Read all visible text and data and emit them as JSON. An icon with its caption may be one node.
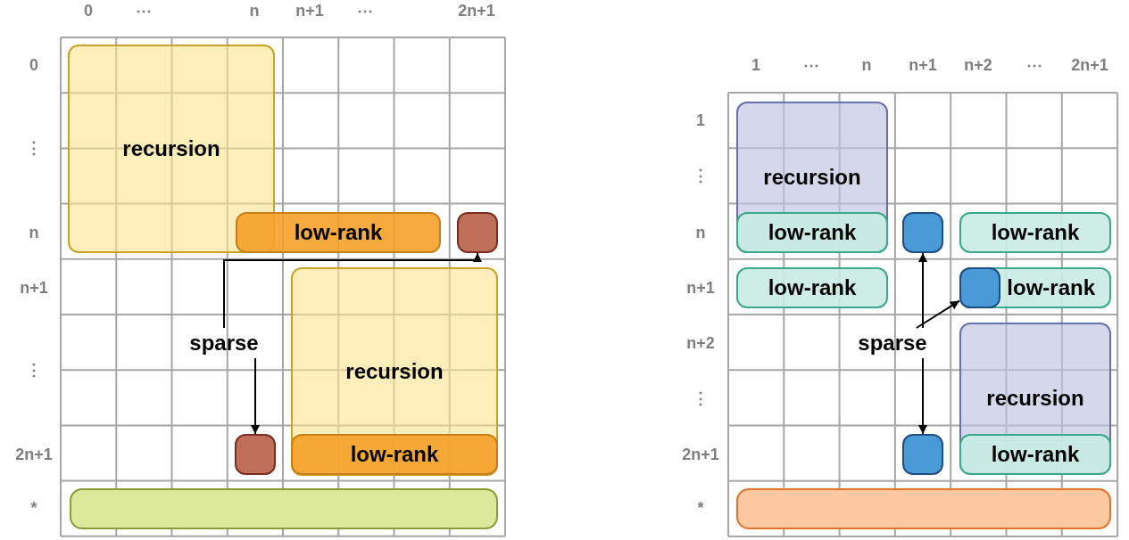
{
  "diagram": {
    "nodes": [
      {
        "text": [
          "recursion"
        ]
      },
      {
        "text": [
          "low-rank"
        ]
      },
      {
        "text": [],
        "shape": "box"
      },
      {
        "text": [
          "sparse"
        ]
      },
      {
        "text": [
          "recursion"
        ]
      },
      {
        "text": [],
        "shape": "box"
      },
      {
        "text": [
          "low-rank"
        ],
        "in": 4
      },
      {
        "text": [],
        "shape": "bar"
      },
      {
        "text": [
          "recursion"
        ]
      },
      {
        "text": [
          "low-rank"
        ],
        "in": 8
      },
      {
        "text": [],
        "shape": "box"
      },
      {
        "text": [
          "low-rank"
        ]
      },
      {
        "text": [
          "low-rank"
        ]
      },
      {
        "text": [
          "low-rank"
        ]
      },
      {
        "text": [],
        "shape": "box",
        "in": 13
      },
      {
        "text": [
          "sparse"
        ]
      },
      {
        "text": [
          "recursion"
        ]
      },
      {
        "text": [],
        "shape": "box"
      },
      {
        "text": [
          "low-rank"
        ],
        "in": 16
      },
      {
        "text": [],
        "shape": "bar"
      }
    ],
    "edges": [
      {
        "from": 3,
        "to": 2,
        "arrow": "to"
      },
      {
        "from": 3,
        "to": 5,
        "arrow": "to"
      },
      {
        "from": 15,
        "to": 10,
        "arrow": "to"
      },
      {
        "from": 15,
        "to": 14,
        "arrow": "to"
      },
      {
        "from": 15,
        "to": 17,
        "arrow": "to"
      }
    ],
    "labels": [
      "0",
      "⋯",
      "n",
      "n+1",
      "⋯",
      "2n+1",
      "0",
      "⋮",
      "n",
      "n+1",
      "⋮",
      "2n+1",
      "*",
      "1",
      "⋯",
      "n",
      "n+1",
      "n+2",
      "⋯",
      "2n+1",
      "1",
      "⋮",
      "n",
      "n+1",
      "n+2",
      "⋮",
      "2n+1",
      "*"
    ]
  }
}
